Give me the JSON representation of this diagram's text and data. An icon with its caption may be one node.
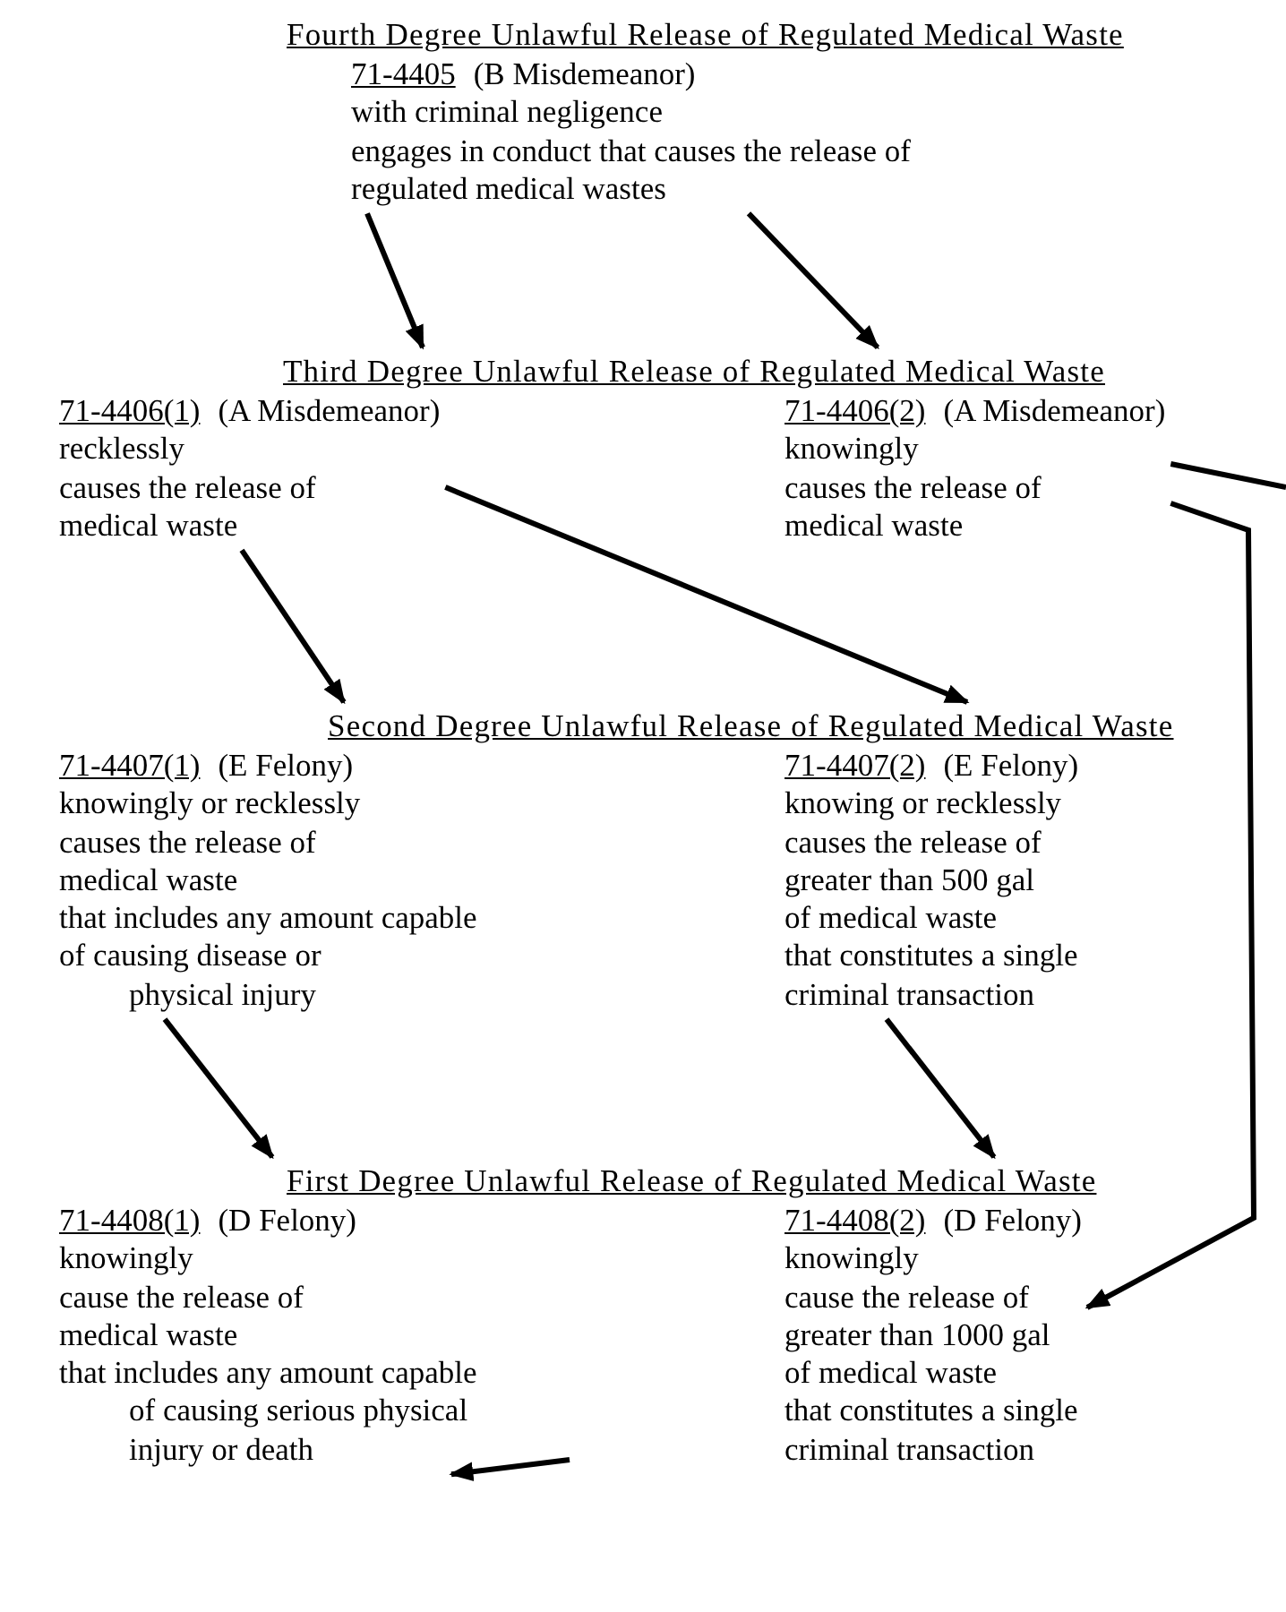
{
  "diagram": {
    "nodes": [
      {
        "text": [
          "Fourth Degree Unlawful Release of Regulated Medical Waste"
        ]
      },
      {
        "text": [
          "71-4405",
          "(B Misdemeanor)",
          "with criminal negligence",
          "engages in conduct that causes the release of",
          "regulated medical wastes"
        ]
      },
      {
        "text": [
          "Third Degree Unlawful Release of Regulated Medical Waste"
        ]
      },
      {
        "text": [
          "71-4406(1)",
          "(A Misdemeanor)",
          "recklessly",
          "causes the release of",
          "medical waste"
        ]
      },
      {
        "text": [
          "71-4406(2)",
          "(A Misdemeanor)",
          "knowingly",
          "causes the release of",
          "medical waste"
        ]
      },
      {
        "text": [
          "Second Degree Unlawful Release of Regulated Medical Waste"
        ]
      },
      {
        "text": [
          "71-4407(1)",
          "(E Felony)",
          "knowingly or recklessly",
          "causes the release of",
          "medical waste",
          "that includes any amount capable",
          "of causing disease or",
          "physical injury"
        ]
      },
      {
        "text": [
          "71-4407(2)",
          "(E Felony)",
          "knowing or recklessly",
          "causes the release of",
          "greater than 500 gal",
          "of medical waste",
          "that constitutes a single",
          "criminal transaction"
        ]
      },
      {
        "text": [
          "First Degree Unlawful Release of Regulated Medical Waste"
        ]
      },
      {
        "text": [
          "71-4408(1)",
          "(D Felony)",
          "knowingly",
          "cause the release of",
          "medical waste",
          "that includes any amount capable",
          "of causing serious physical",
          "injury or death"
        ]
      },
      {
        "text": [
          "71-4408(2)",
          "(D Felony)",
          "knowingly",
          "cause the release of",
          "greater than 1000 gal",
          "of medical waste",
          "that constitutes a single",
          "criminal transaction"
        ]
      }
    ],
    "edges": [
      {
        "from": 1,
        "to": 2,
        "arrow": "to"
      },
      {
        "from": 1,
        "to": 2,
        "arrow": "to"
      },
      {
        "from": 3,
        "to": 5,
        "arrow": "to"
      },
      {
        "from": 3,
        "to": 5,
        "arrow": "to"
      },
      {
        "from": 4,
        "to": null,
        "arrow": "none"
      },
      {
        "from": 4,
        "to": 10,
        "arrow": "to"
      },
      {
        "from": 6,
        "to": 8,
        "arrow": "to"
      },
      {
        "from": 7,
        "to": 8,
        "arrow": "to"
      },
      {
        "from": null,
        "to": 9,
        "arrow": "to"
      }
    ]
  }
}
